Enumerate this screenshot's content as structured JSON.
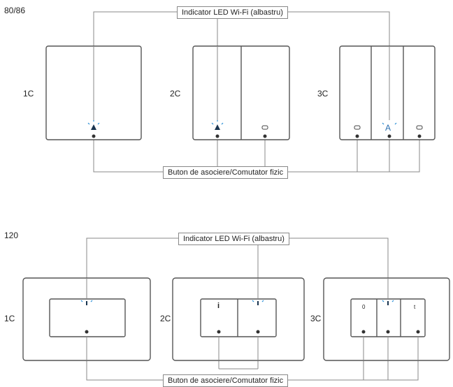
{
  "sections": [
    {
      "series": "80/86",
      "led_label": "Indicator LED Wi-Fi (albastru)",
      "button_label": "Buton de asociere/Comutator fizic",
      "switches": [
        {
          "label": "1C"
        },
        {
          "label": "2C"
        },
        {
          "label": "3C",
          "center_marker": "A"
        }
      ]
    },
    {
      "series": "120",
      "led_label": "Indicator LED Wi-Fi (albastru)",
      "button_label": "Buton de asociere/Comutator fizic",
      "switches": [
        {
          "label": "1C"
        },
        {
          "label": "2C",
          "left_marker": "i"
        },
        {
          "label": "3C",
          "left_marker": "0",
          "right_marker": "t"
        }
      ]
    }
  ],
  "colors": {
    "line": "#888888",
    "frame": "#555555",
    "led": "#2a8fd6",
    "led_dark": "#1a3550"
  }
}
